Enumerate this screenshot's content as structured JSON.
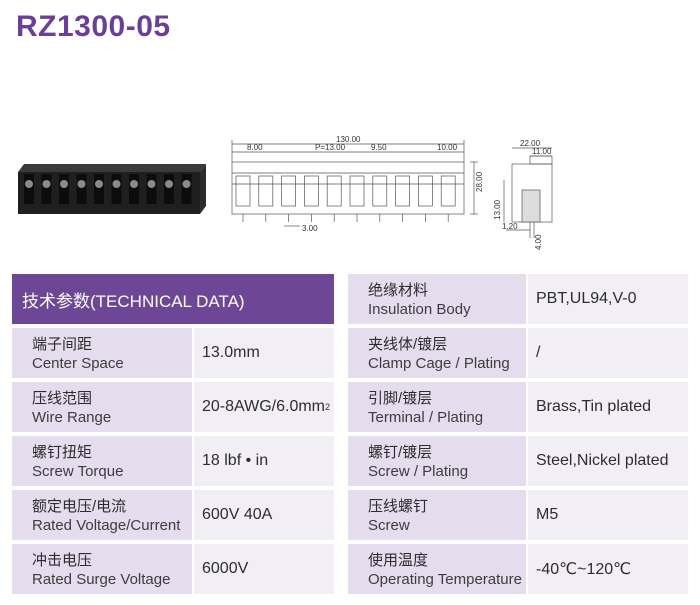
{
  "title": "RZ1300-05",
  "dimensions": {
    "overall_width": "130.00",
    "pitch": "P=13.00",
    "left_offset": "8.00",
    "gap": "9.50",
    "right_part": "10.00",
    "pin_width": "3.00",
    "height": "28.00",
    "side_width": "22.00",
    "side_top": "11.00",
    "side_height": "13.00",
    "side_base": "1.20",
    "pin_length": "4.00"
  },
  "tech_header": "技术参数(TECHNICAL DATA)",
  "left_rows": [
    {
      "cn": "端子间距",
      "en": "Center Space",
      "value": "13.0mm"
    },
    {
      "cn": "压线范围",
      "en": "Wire Range",
      "value": "20-8AWG/6.0mm",
      "sup": "2"
    },
    {
      "cn": "螺钉扭矩",
      "en": "Screw Torque",
      "value": "18 lbf • in"
    },
    {
      "cn": "额定电压/电流",
      "en": "Rated Voltage/Current",
      "value": "600V 40A"
    },
    {
      "cn": "冲击电压",
      "en": "Rated Surge Voltage",
      "value": "6000V"
    }
  ],
  "right_rows": [
    {
      "cn": "绝缘材料",
      "en": "Insulation Body",
      "value": "PBT,UL94,V-0"
    },
    {
      "cn": "夹线体/镀层",
      "en": "Clamp Cage / Plating",
      "value": "/"
    },
    {
      "cn": "引脚/镀层",
      "en": "Terminal / Plating",
      "value": "Brass,Tin plated"
    },
    {
      "cn": "螺钉/镀层",
      "en": "Screw / Plating",
      "value": "Steel,Nickel plated"
    },
    {
      "cn": "压线螺钉",
      "en": "Screw",
      "value": "M5"
    },
    {
      "cn": "使用温度",
      "en": "Operating Temperature",
      "value": "-40℃~120℃"
    }
  ]
}
